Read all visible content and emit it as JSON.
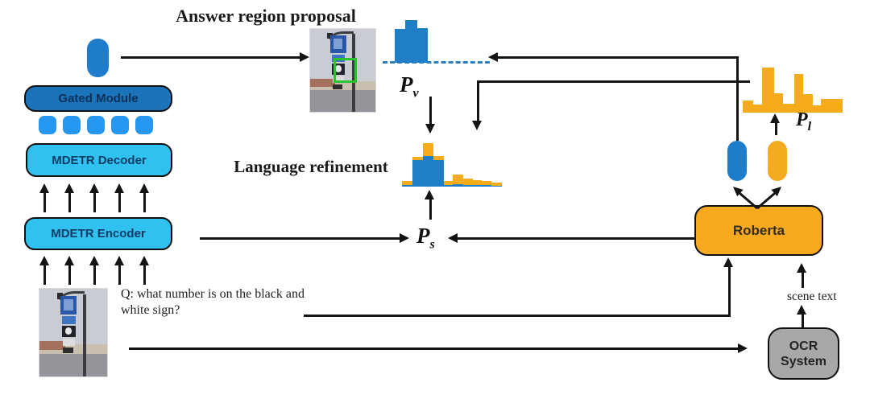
{
  "figure": {
    "section_titles": {
      "answer_region_proposal": "Answer region proposal",
      "language_refinement": "Language refinement"
    },
    "nodes": {
      "gated_module": {
        "label": "Gated Module",
        "fill": "#1b73b9"
      },
      "mdetr_decoder": {
        "label": "MDETR Decoder",
        "fill": "#30c1f0"
      },
      "mdetr_encoder": {
        "label": "MDETR Encoder",
        "fill": "#30c1f0"
      },
      "roberta": {
        "label": "Roberta",
        "fill": "#f7a920"
      },
      "ocr_system": {
        "label_line1": "OCR",
        "label_line2": "System",
        "fill": "#a8a8a8"
      }
    },
    "math_labels": {
      "pv": {
        "base": "P",
        "sub": "v"
      },
      "ps": {
        "base": "P",
        "sub": "s"
      },
      "pl": {
        "base": "P",
        "sub": "l"
      }
    },
    "question": {
      "line1": "Q: what number is on the black and",
      "line2": "white sign?"
    },
    "scene_text_label": "scene text",
    "colors": {
      "token_blue": "#1e7ccb",
      "square_blue": "#2697f0",
      "bar_blue": "#1f7ec5",
      "bar_yellow": "#f5ab1a",
      "answer_region_box_green": "#2bc32b",
      "line_black": "#141414"
    }
  },
  "chart_data": [
    {
      "id": "pv",
      "type": "bar",
      "title": "P_v",
      "description": "visual answer probability distribution over candidates (blue), dashed near-zero baseline",
      "color": "#1f7ec5",
      "baseline": "dashed",
      "bars": [
        {
          "w": 13,
          "blue": 42,
          "yellow": 0
        },
        {
          "w": 15,
          "blue": 53,
          "yellow": 0
        },
        {
          "w": 13,
          "blue": 43,
          "yellow": 0
        }
      ]
    },
    {
      "id": "ps",
      "type": "stacked-bar",
      "title": "P_s",
      "description": "language-refined distribution: blue visual scores stacked with yellow language scores",
      "colors": {
        "blue": "#1f7ec5",
        "yellow": "#f5ab1a"
      },
      "bars": [
        {
          "w": 13,
          "blue": 2,
          "yellow": 5
        },
        {
          "w": 13,
          "blue": 33,
          "yellow": 4
        },
        {
          "w": 13,
          "blue": 38,
          "yellow": 16
        },
        {
          "w": 13,
          "blue": 33,
          "yellow": 5
        },
        {
          "w": 11,
          "blue": 2,
          "yellow": 5
        },
        {
          "w": 13,
          "blue": 3,
          "yellow": 12
        },
        {
          "w": 12,
          "blue": 2,
          "yellow": 8
        },
        {
          "w": 11,
          "blue": 2,
          "yellow": 6
        },
        {
          "w": 12,
          "blue": 2,
          "yellow": 5
        },
        {
          "w": 13,
          "blue": 1,
          "yellow": 4
        }
      ]
    },
    {
      "id": "pl",
      "type": "bar",
      "title": "P_l",
      "description": "language answer probability distribution (yellow)",
      "color": "#f5ab1a",
      "bars": [
        {
          "w": 13,
          "blue": 0,
          "yellow": 15
        },
        {
          "w": 11,
          "blue": 0,
          "yellow": 10
        },
        {
          "w": 15,
          "blue": 0,
          "yellow": 56
        },
        {
          "w": 11,
          "blue": 0,
          "yellow": 24
        },
        {
          "w": 14,
          "blue": 0,
          "yellow": 11
        },
        {
          "w": 11,
          "blue": 0,
          "yellow": 48
        },
        {
          "w": 12,
          "blue": 0,
          "yellow": 23
        },
        {
          "w": 10,
          "blue": 0,
          "yellow": 9
        },
        {
          "w": 27,
          "blue": 0,
          "yellow": 17
        }
      ]
    }
  ]
}
